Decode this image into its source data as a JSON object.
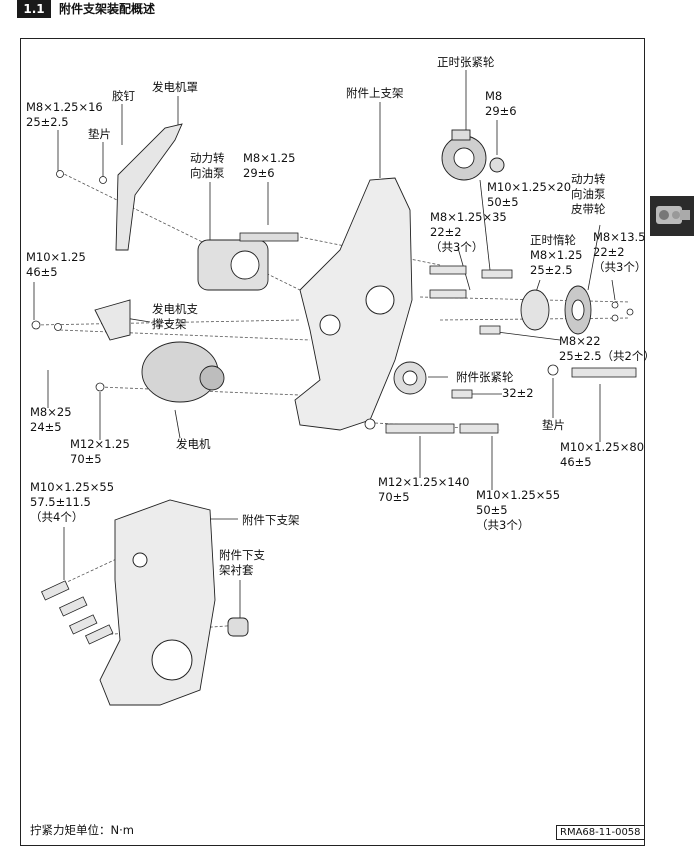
{
  "header": {
    "section_number": "1.1",
    "section_title": "附件支架装配概述"
  },
  "labels": {
    "bolt_m8x125x16": "M8×1.25×16\n25±2.5",
    "rivet": "胶钉",
    "generator_cover": "发电机罩",
    "washer_top": "垫片",
    "ps_pump": "动力转\n向油泵",
    "bolt_m8x125": "M8×1.25\n29±6",
    "upper_bracket": "附件上支架",
    "timing_tensioner": "正时张紧轮",
    "nut_m8": "M8\n29±6",
    "bolt_m10x125x20": "M10×1.25×20\n50±5",
    "ps_pulley": "动力转\n向油泵\n皮带轮",
    "bolt_m8x125x35": "M8×1.25×35\n22±2\n（共3个）",
    "idler": "正时惰轮\nM8×1.25\n25±2.5",
    "bolt_m8x135": "M8×13.5\n22±2\n（共3个）",
    "bolt_m10x125_left": "M10×1.25\n46±5",
    "gen_support": "发电机支\n撑支架",
    "bolt_m8x22": "M8×22\n25±2.5（共2个）",
    "acc_tensioner": "附件张紧轮",
    "torque_32": "32±2",
    "washer_right": "垫片",
    "bolt_m8x25": "M8×25\n24±5",
    "bolt_m12x125": "M12×1.25\n70±5",
    "generator": "发电机",
    "bolt_m10x125x80": "M10×1.25×80\n46±5",
    "bolt_m12x125x140": "M12×1.25×140\n70±5",
    "bolt_m10x125x55_r": "M10×1.25×55\n50±5\n（共3个）",
    "bolt_m10x125x55_l": "M10×1.25×55\n57.5±11.5\n（共4个）",
    "lower_bracket": "附件下支架",
    "lower_bushing": "附件下支\n架衬套"
  },
  "footer": {
    "torque_unit": "拧紧力矩单位：N·m",
    "ref_code": "RMA68-11-0058"
  }
}
